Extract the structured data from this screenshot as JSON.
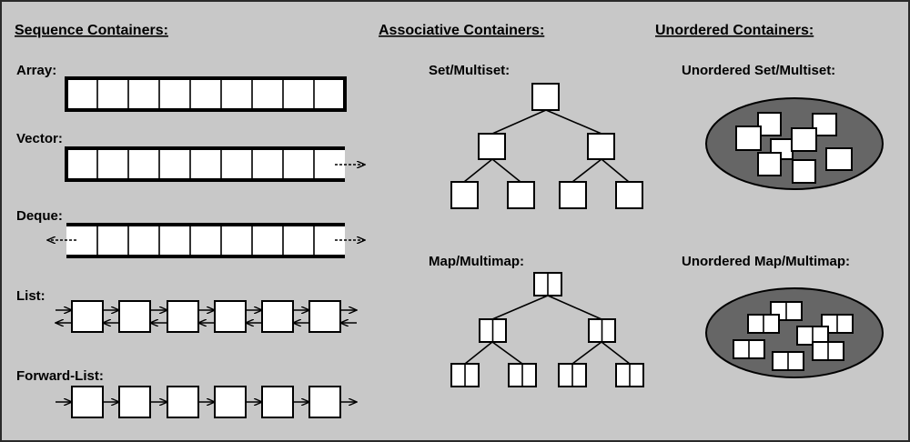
{
  "headings": {
    "sequence": "Sequence Containers:",
    "associative": "Associative Containers:",
    "unordered": "Unordered Containers:"
  },
  "labels": {
    "array": "Array:",
    "vector": "Vector:",
    "deque": "Deque:",
    "list": "List:",
    "forward_list": "Forward-List:",
    "set": "Set/Multiset:",
    "map": "Map/Multimap:",
    "unordered_set": "Unordered Set/Multiset:",
    "unordered_map": "Unordered Map/Multimap:"
  },
  "colors": {
    "background": "#c8c8c8",
    "cell_fill": "#ffffff",
    "ellipse_fill": "#666666",
    "stroke": "#000000"
  }
}
